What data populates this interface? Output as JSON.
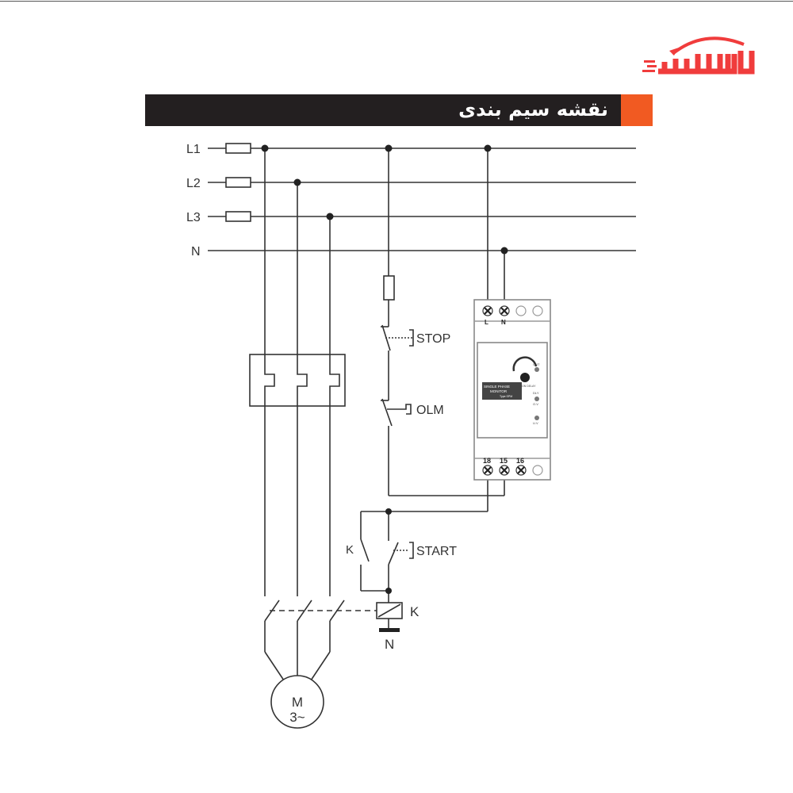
{
  "brand": {
    "logo_text": "آتاالکتریک",
    "color": "#f03c3c"
  },
  "header": {
    "title": "نقشه سیم بندی",
    "accent": "#f15a22",
    "background": "#231f20"
  },
  "lines": {
    "l1": "L1",
    "l2": "L2",
    "l3": "L3",
    "n": "N"
  },
  "control": {
    "stop": "STOP",
    "olm": "OLM",
    "start": "START",
    "k_contact": "K",
    "k_coil": "K",
    "coil_neutral": "N"
  },
  "motor": {
    "line1": "M",
    "line2": "3~"
  },
  "device": {
    "top_terminals": {
      "l": "L",
      "n": "N"
    },
    "bottom_terminals": [
      "18",
      "15",
      "16"
    ],
    "label1": "SINGLE PHASE",
    "label2": "MONITOR",
    "label3": "Type SPM",
    "knob": "ON DELAY",
    "led_out": "OUT",
    "led_dly": "DLY",
    "led_ov": "O.V",
    "led_uv": "U.V"
  }
}
